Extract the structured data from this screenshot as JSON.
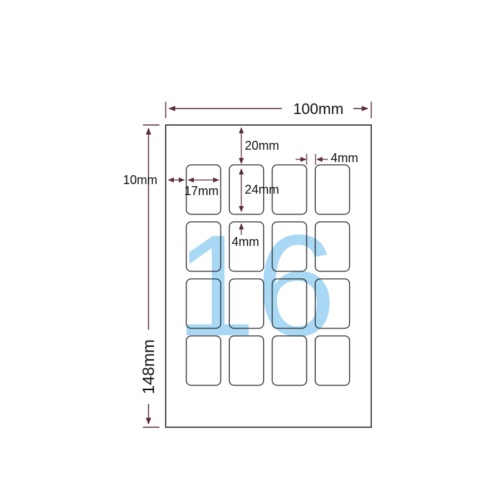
{
  "sheet": {
    "width_label": "100mm",
    "height_label": "148mm",
    "count_label": "16",
    "rows": 4,
    "columns": 4
  },
  "dimensions": {
    "top_margin": "20mm",
    "left_margin": "10mm",
    "label_width": "17mm",
    "label_height": "24mm",
    "horizontal_gap": "4mm",
    "vertical_gap": "4mm"
  },
  "colors": {
    "sheet_outline": "#222222",
    "label_outline": "#222222",
    "dimension_line": "#5a2a3a",
    "count_text": "#a8d8f4"
  }
}
